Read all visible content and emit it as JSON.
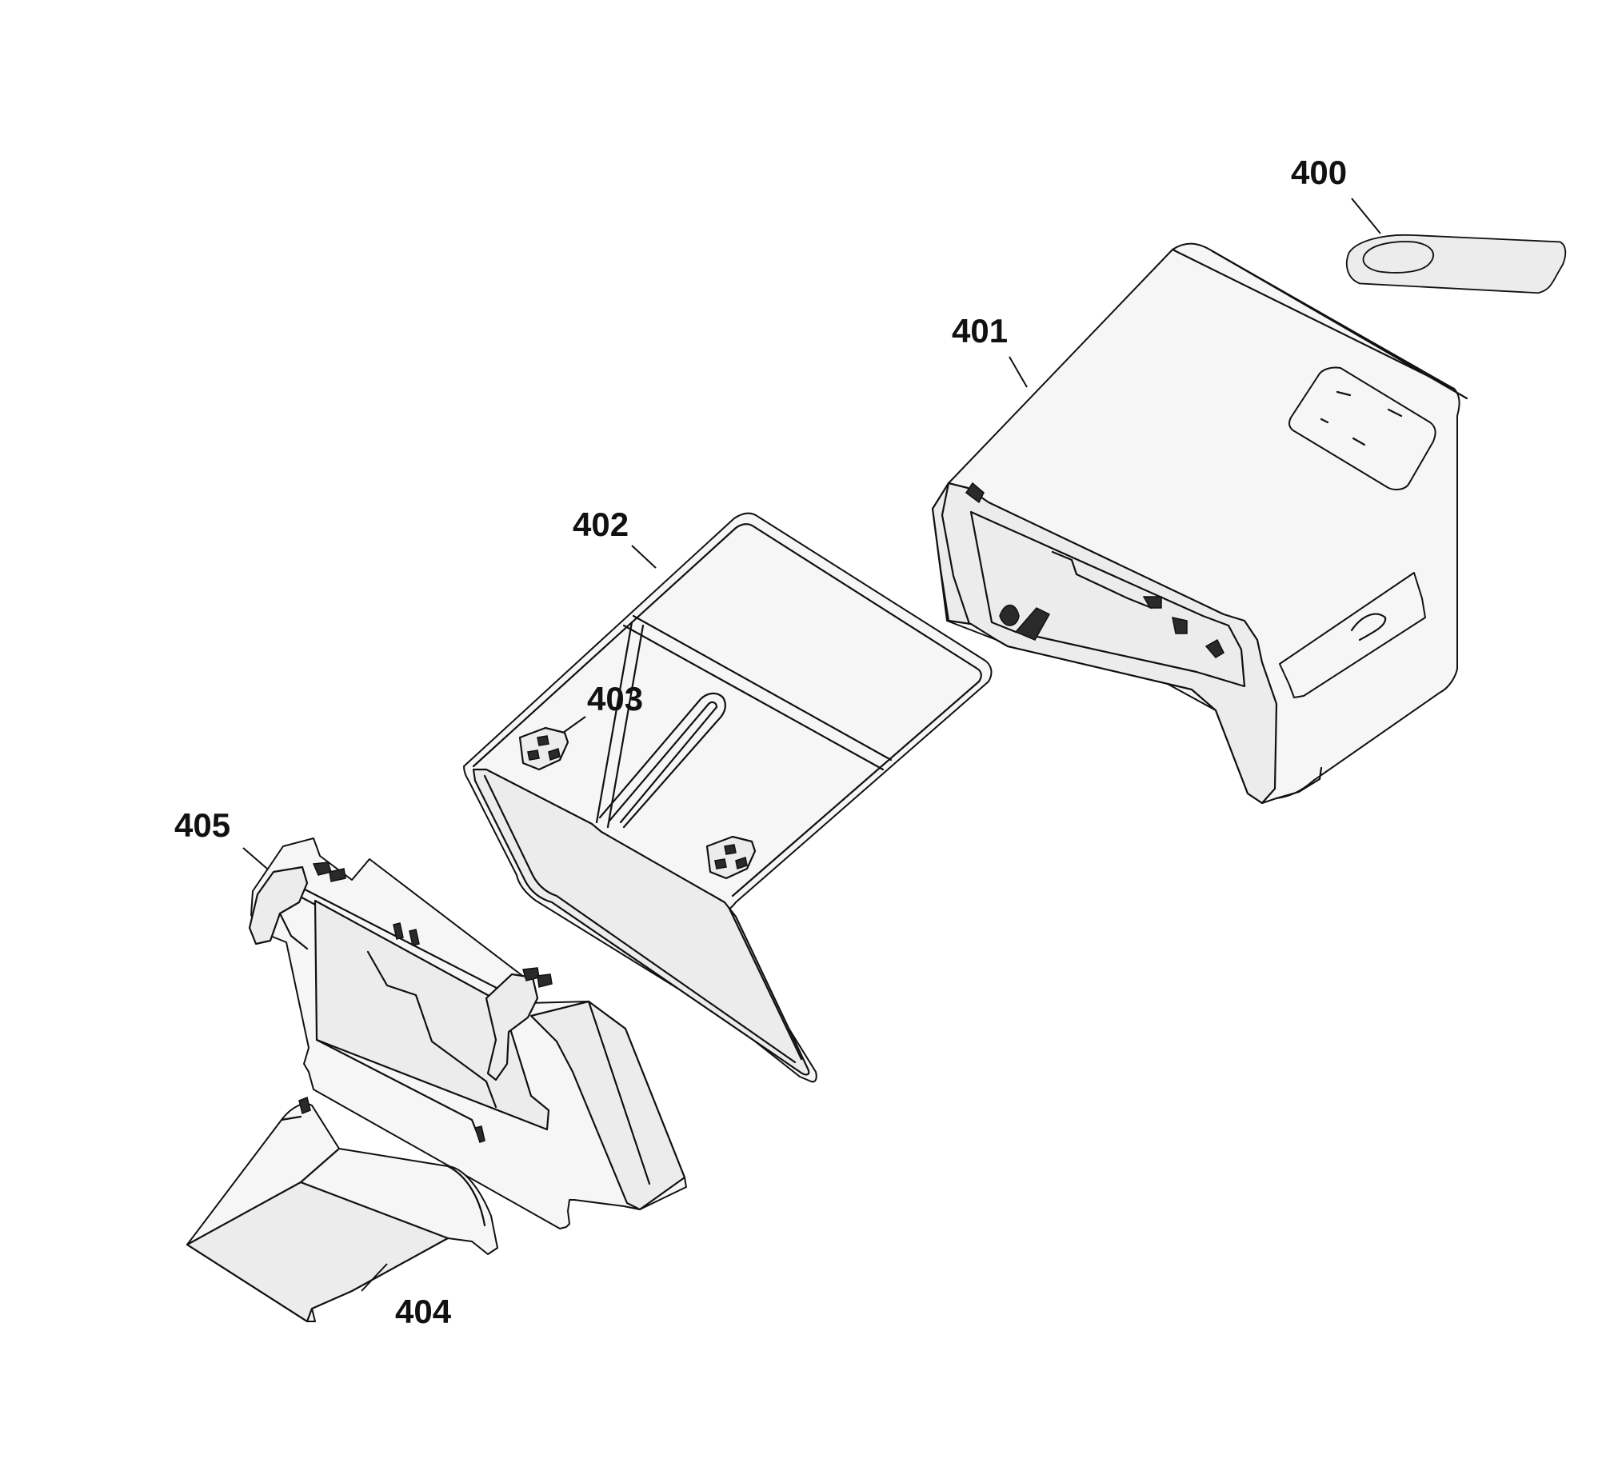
{
  "callouts": {
    "c400": "400",
    "c401": "401",
    "c402": "402",
    "c403": "403",
    "c404": "404",
    "c405": "405"
  }
}
